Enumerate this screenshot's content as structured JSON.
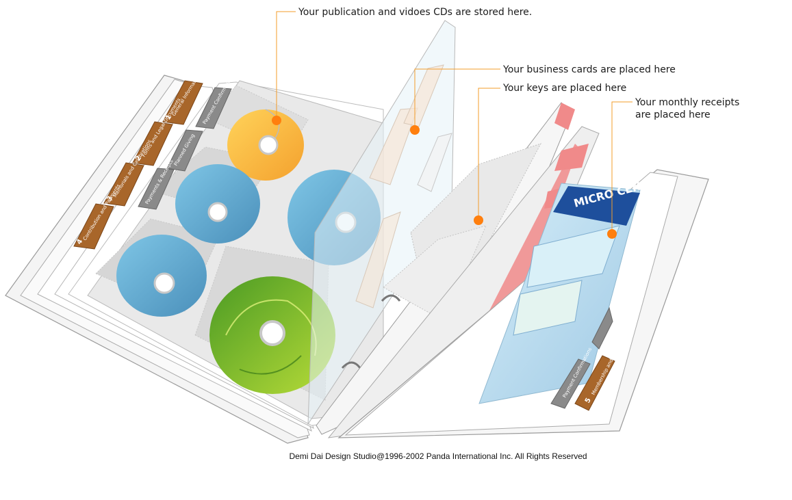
{
  "callouts": {
    "cds": "Your publication and vidoes CDs are stored here.",
    "business_cards": "Your business cards are placed here",
    "keys": "Your keys are placed here",
    "receipts_line1": "Your monthly receipts",
    "receipts_line2": "are placed here"
  },
  "tabs": {
    "t1_num": "1",
    "t1": "General Information",
    "t2_num": "2",
    "t2": "Forms and Legal Documents",
    "t3_num": "3",
    "t3": "Memorials and Celebrations",
    "t4_num": "4",
    "t4": "Contribution and Payments",
    "t5_num": "5",
    "t5": "Membership and Records",
    "g1": "Payment Confirmations",
    "g2": "Planned Giving",
    "g3": "Payments & Receipts",
    "g4": "Payment Confirmations"
  },
  "receipt_logo": "MICRO CENTER",
  "copyright": "Demi Dai Design Studio@1996-2002 Panda International Inc. All Rights Reserved",
  "colors": {
    "callout_line": "#f39c2a",
    "callout_dot": "#ff7f0e",
    "tab_brown": "#a8662a",
    "tab_gray": "#8a8a8a",
    "cd_orange": "#f8b33c",
    "cd_blue": "#5ea7cf",
    "cd_green": "#5ea82a",
    "receipt_red": "#f08a8a"
  }
}
